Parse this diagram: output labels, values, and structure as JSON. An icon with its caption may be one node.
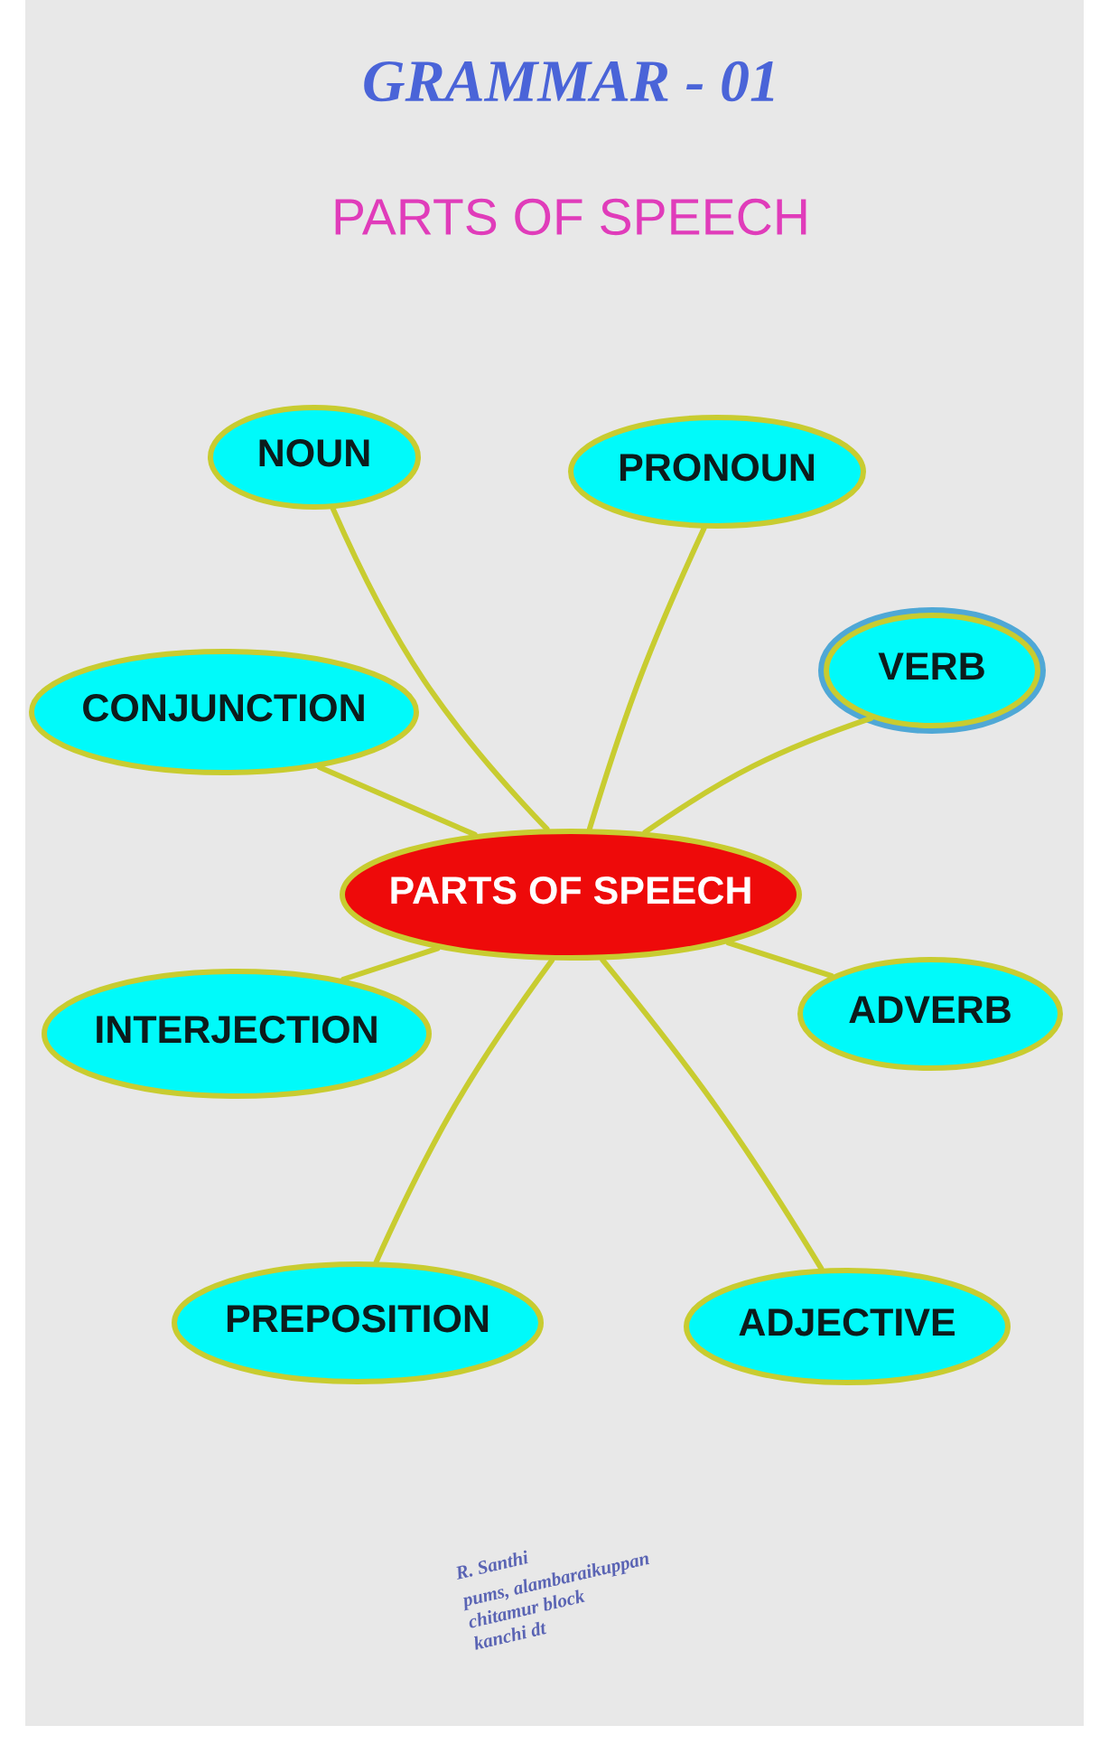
{
  "diagram": {
    "title": "GRAMMAR - 01",
    "nodes": [
      {
        "text": [
          "PARTS OF SPEECH"
        ]
      },
      {
        "text": [
          "NOUN"
        ]
      },
      {
        "text": [
          "PRONOUN"
        ]
      },
      {
        "text": [
          "VERB"
        ]
      },
      {
        "text": [
          "CONJUNCTION"
        ]
      },
      {
        "text": [
          "INTERJECTION"
        ]
      },
      {
        "text": [
          "ADVERB"
        ]
      },
      {
        "text": [
          "PREPOSITION"
        ]
      },
      {
        "text": [
          "ADJECTIVE"
        ]
      }
    ],
    "edges": [
      {
        "from": 0,
        "to": 1,
        "arrow": "none"
      },
      {
        "from": 0,
        "to": 2,
        "arrow": "none"
      },
      {
        "from": 0,
        "to": 3,
        "arrow": "none"
      },
      {
        "from": 0,
        "to": 4,
        "arrow": "none"
      },
      {
        "from": 0,
        "to": 5,
        "arrow": "none"
      },
      {
        "from": 0,
        "to": 6,
        "arrow": "none"
      },
      {
        "from": 0,
        "to": 7,
        "arrow": "none"
      },
      {
        "from": 0,
        "to": 8,
        "arrow": "none"
      }
    ],
    "labels": [
      "PARTS OF SPEECH",
      "R. Santhi",
      "pums, alambaraikuppan",
      "chitamur block",
      "kanchi dt"
    ]
  }
}
